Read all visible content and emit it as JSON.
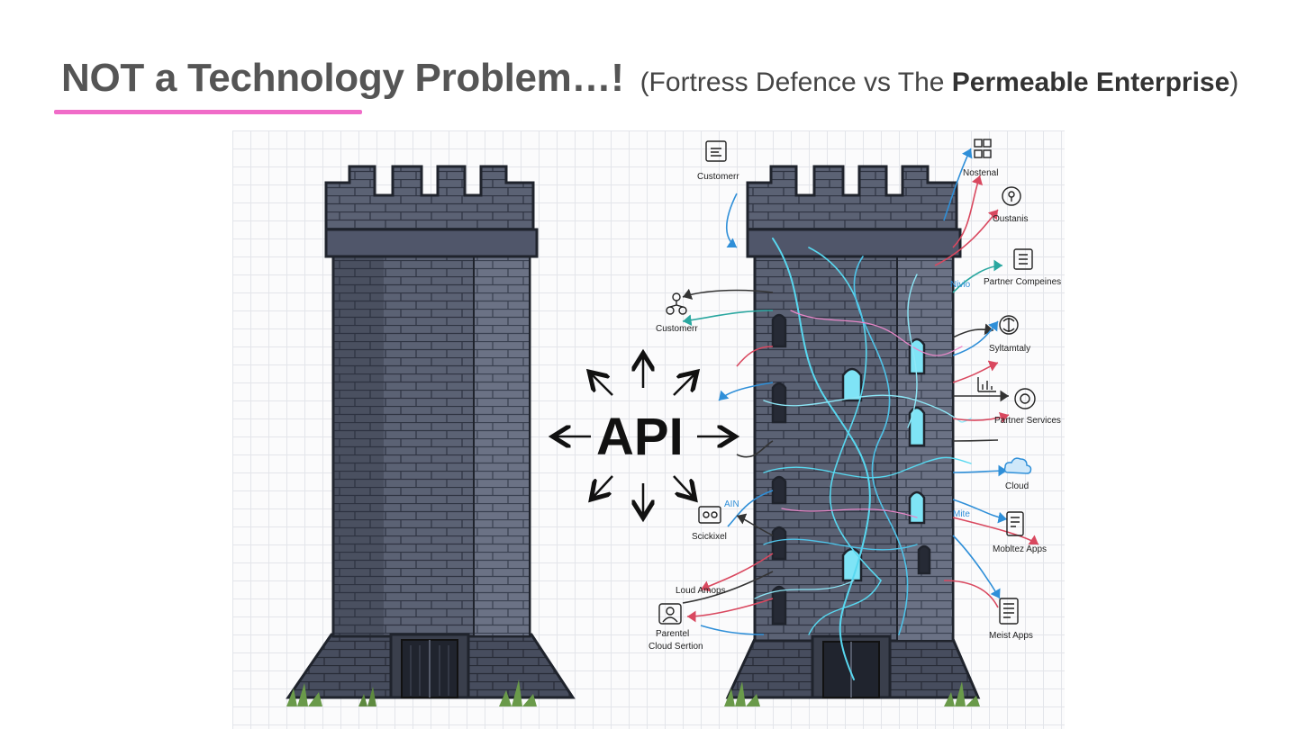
{
  "slide": {
    "title_main": "NOT a Technology Problem…!",
    "title_sub_open": "(Fortress Defence vs The ",
    "title_sub_bold": "Permeable Enterprise",
    "title_sub_close": ")",
    "accent_color": "#f06cc8"
  },
  "illustration": {
    "center_label": "API",
    "left_labels": {
      "customer_top": "Customerr",
      "customer_mid": "Customerr",
      "scratch": "Scickixel",
      "cloud_amops": "Loud Amops",
      "parent": "Parentel",
      "parent_cloud": "Cloud Sertion",
      "ain": "AIN"
    },
    "right_labels": {
      "nostenal": "Nostenal",
      "oustanis": "Oustanis",
      "nivio": "Nivio",
      "partner_companies": "Partner Compeines",
      "syltamtaly": "Syltamtaly",
      "partner_services": "Partner Services",
      "cloud": "Cloud",
      "mite": "Mite",
      "mobile_apps": "Mobltez Apps",
      "meist_apps": "Meist Apps"
    },
    "icons": [
      "document-icon",
      "network-icon",
      "location-pin-icon",
      "building-icon",
      "brain-icon",
      "chart-icon",
      "gear-icon",
      "cloud-icon",
      "tablet-icon",
      "mobile-icon",
      "person-icon"
    ],
    "colors": {
      "stone": "#5b6274",
      "stone_dark": "#3f4555",
      "line_blue": "#2f8fd8",
      "line_red": "#d9485f",
      "line_cyan": "#58d8f0",
      "grass": "#6a9a4a"
    }
  }
}
